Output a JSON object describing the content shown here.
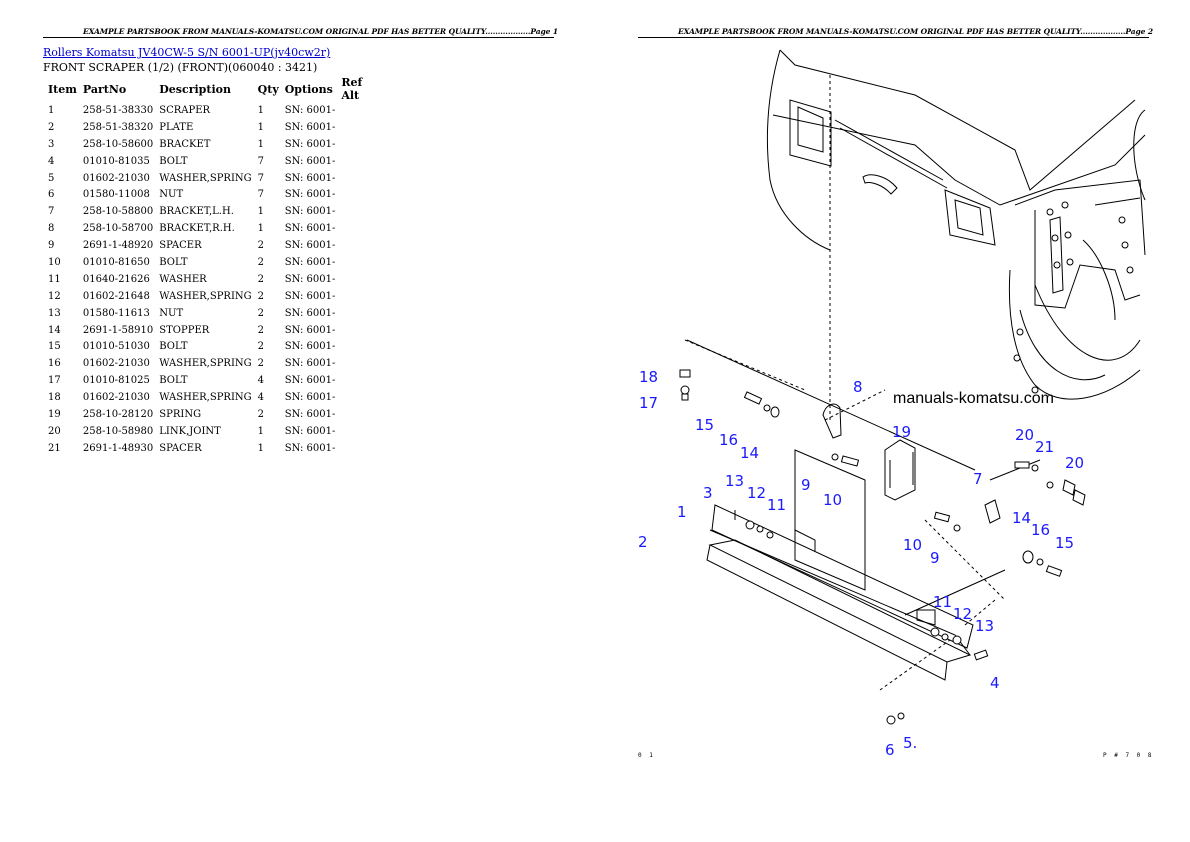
{
  "page1": {
    "header": "EXAMPLE PARTSBOOK FROM MANUALS-KOMATSU.COM ORIGINAL PDF HAS BETTER QUALITY..................Page 1",
    "title_link": "Rollers Komatsu JV40CW-5 S/N 6001-UP(jv40cw2r)",
    "subtitle": "FRONT SCRAPER (1/2) (FRONT)(060040 : 3421)",
    "columns": [
      "Item",
      "PartNo",
      "Description",
      "Qty",
      "Options",
      "Ref Alt"
    ],
    "rows": [
      [
        "1",
        "258-51-38330",
        "SCRAPER",
        "1",
        "SN: 6001-",
        ""
      ],
      [
        "2",
        "258-51-38320",
        "PLATE",
        "1",
        "SN: 6001-",
        ""
      ],
      [
        "3",
        "258-10-58600",
        "BRACKET",
        "1",
        "SN: 6001-",
        ""
      ],
      [
        "4",
        "01010-81035",
        "BOLT",
        "7",
        "SN: 6001-",
        ""
      ],
      [
        "5",
        "01602-21030",
        "WASHER,SPRING",
        "7",
        "SN: 6001-",
        ""
      ],
      [
        "6",
        "01580-11008",
        "NUT",
        "7",
        "SN: 6001-",
        ""
      ],
      [
        "7",
        "258-10-58800",
        "BRACKET,L.H.",
        "1",
        "SN: 6001-",
        ""
      ],
      [
        "8",
        "258-10-58700",
        "BRACKET,R.H.",
        "1",
        "SN: 6001-",
        ""
      ],
      [
        "9",
        "2691-1-48920",
        "SPACER",
        "2",
        "SN: 6001-",
        ""
      ],
      [
        "10",
        "01010-81650",
        "BOLT",
        "2",
        "SN: 6001-",
        ""
      ],
      [
        "11",
        "01640-21626",
        "WASHER",
        "2",
        "SN: 6001-",
        ""
      ],
      [
        "12",
        "01602-21648",
        "WASHER,SPRING",
        "2",
        "SN: 6001-",
        ""
      ],
      [
        "13",
        "01580-11613",
        "NUT",
        "2",
        "SN: 6001-",
        ""
      ],
      [
        "14",
        "2691-1-58910",
        "STOPPER",
        "2",
        "SN: 6001-",
        ""
      ],
      [
        "15",
        "01010-51030",
        "BOLT",
        "2",
        "SN: 6001-",
        ""
      ],
      [
        "16",
        "01602-21030",
        "WASHER,SPRING",
        "2",
        "SN: 6001-",
        ""
      ],
      [
        "17",
        "01010-81025",
        "BOLT",
        "4",
        "SN: 6001-",
        ""
      ],
      [
        "18",
        "01602-21030",
        "WASHER,SPRING",
        "4",
        "SN: 6001-",
        ""
      ],
      [
        "19",
        "258-10-28120",
        "SPRING",
        "2",
        "SN: 6001-",
        ""
      ],
      [
        "20",
        "258-10-58980",
        "LINK,JOINT",
        "1",
        "SN: 6001-",
        ""
      ],
      [
        "21",
        "2691-1-48930",
        "SPACER",
        "1",
        "SN: 6001-",
        ""
      ]
    ]
  },
  "page2": {
    "header": "EXAMPLE PARTSBOOK FROM MANUALS-KOMATSU.COM ORIGINAL PDF HAS BETTER QUALITY..................Page 2",
    "watermark": "manuals-komatsu.com",
    "footer_left": "0 1",
    "footer_right": "P # 7 0 8",
    "callouts": {
      "c18": "18",
      "c17": "17",
      "c15a": "15",
      "c16a": "16",
      "c14a": "14",
      "c8": "8",
      "c19": "19",
      "c9a": "9",
      "c10a": "10",
      "c20a": "20",
      "c21": "21",
      "c20b": "20",
      "c7": "7",
      "c3": "3",
      "c13a": "13",
      "c12a": "12",
      "c11a": "11",
      "c1": "1",
      "c2": "2",
      "c14b": "14",
      "c16b": "16",
      "c15b": "15",
      "c10b": "10",
      "c9b": "9",
      "c11b": "11",
      "c12b": "12",
      "c13b": "13",
      "c4": "4",
      "c6": "6",
      "c5": "5."
    }
  },
  "colors": {
    "callout": "#1a1aff",
    "link": "#0000cc"
  }
}
